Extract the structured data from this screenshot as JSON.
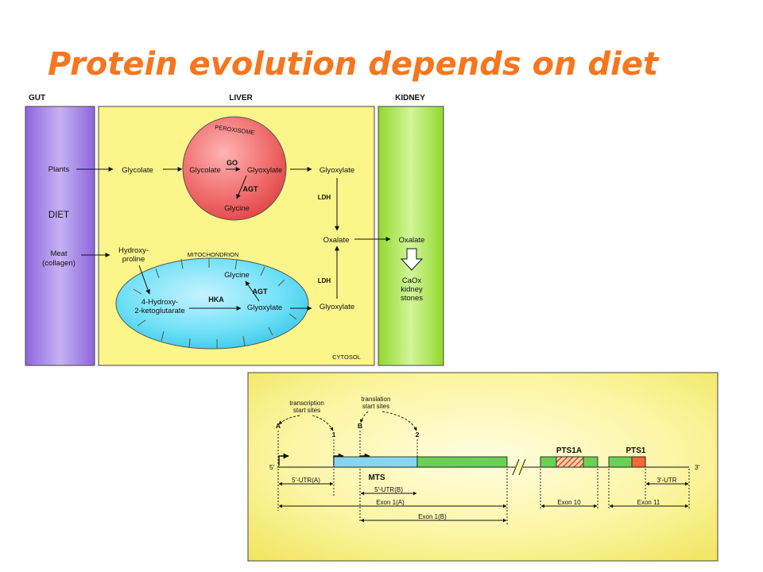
{
  "slide": {
    "title": "Protein evolution depends on diet"
  },
  "pathway": {
    "headers": {
      "gut": "GUT",
      "liver": "LIVER",
      "kidney": "KIDNEY"
    },
    "gut": {
      "plants": "Plants",
      "diet": "DIET",
      "meat1": "Meat",
      "meat2": "(collagen)"
    },
    "peroxisome": {
      "label": "PEROXISOME",
      "glycolate": "Glycolate",
      "go": "GO",
      "glyoxylate": "Glyoxylate",
      "agt": "AGT",
      "glycine": "Glycine"
    },
    "liver": {
      "glycolate": "Glycolate",
      "hydroxy1": "Hydroxy-",
      "hydroxy2": "proline",
      "cytosol": "CYTOSOL",
      "glyoxylate_top": "Glyoxylate",
      "ldh_top": "LDH",
      "oxalate": "Oxalate",
      "ldh_bottom": "LDH",
      "glyoxylate_bottom": "Glyoxylate"
    },
    "mitochondrion": {
      "label": "MITOCHONDRION",
      "glycine": "Glycine",
      "agt": "AGT",
      "hka": "HKA",
      "glyoxylate": "Glyoxylate",
      "hk1": "4-Hydroxy-",
      "hk2": "2-ketoglutarate"
    },
    "kidney": {
      "oxalate": "Oxalate",
      "s1": "CaOx",
      "s2": "kidney",
      "s3": "stones"
    },
    "colors": {
      "gut": "#9b76e2",
      "liver": "#fbf58a",
      "kidney": "#a6e23a",
      "peroxisome": "#ee5e5e",
      "mitochondrion": "#4fd6f0"
    }
  },
  "gene": {
    "transcription": "transcription",
    "start_sites_1": "start sites",
    "translation": "translation",
    "start_sites_2": "start sites",
    "a": "A",
    "b": "B",
    "n1": "1",
    "n2": "2",
    "five": "5'",
    "three": "3'",
    "pts1a": "PTS1A",
    "pts1": "PTS1",
    "mts": "MTS",
    "utr_a": "5'-UTR(A)",
    "utr_b": "5'-UTR(B)",
    "utr3": "3'-UTR",
    "exon1a": "Exon 1(A)",
    "exon1b": "Exon 1(B)",
    "exon10": "Exon 10",
    "exon11": "Exon 11",
    "colors": {
      "background": "#fbf58a",
      "mts": "#87d5f3",
      "exon": "#6bd154",
      "pts1a_hatch": "#c2392b",
      "pts1": "#ff6633"
    }
  }
}
